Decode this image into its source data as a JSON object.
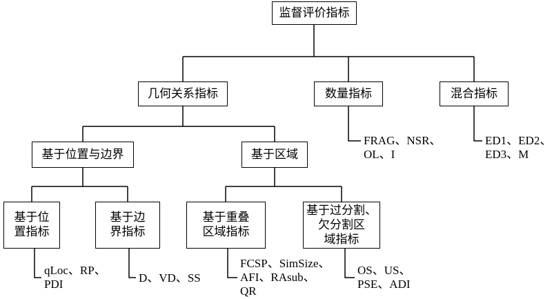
{
  "diagram": {
    "root": {
      "label": "监督评价指标"
    },
    "geometric": {
      "label": "几何关系指标"
    },
    "quantity": {
      "label": "数量指标",
      "metrics": "FRAG、NSR、\nOL、I"
    },
    "mixed": {
      "label": "混合指标",
      "metrics": "ED1、ED2、\nED3、M"
    },
    "position_boundary": {
      "label": "基于位置与边界"
    },
    "region": {
      "label": "基于区域"
    },
    "position": {
      "label": "基于位\n置指标",
      "metrics": "qLoc、RP、\nPDI"
    },
    "boundary": {
      "label": "基于边\n界指标",
      "metrics": "D、VD、SS"
    },
    "overlap": {
      "label": "基于重叠\n区域指标",
      "metrics": "FCSP、SimSize、\nAFI、RAsub、\nQR"
    },
    "seg_error": {
      "label": "基于过分割、\n欠分割区\n域指标",
      "metrics": "OS、US、\nPSE、ADI"
    }
  }
}
